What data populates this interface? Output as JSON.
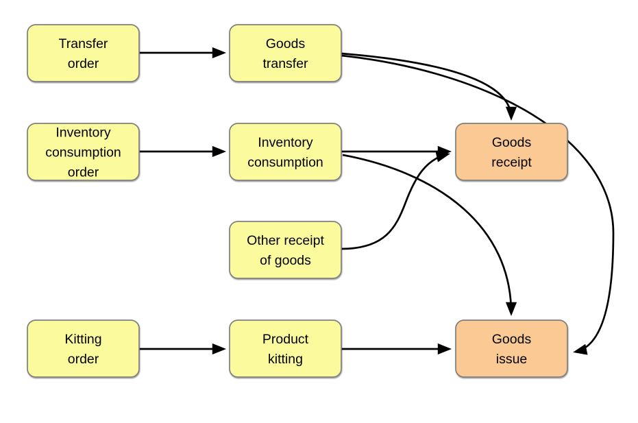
{
  "diagram": {
    "title": "",
    "background_color": "#ffffff",
    "colors": {
      "source_fill": "#FBFB9D",
      "movement_fill": "#FBC994",
      "node_border": "#7f7f7f",
      "arrow": "#000000",
      "text": "#000000"
    },
    "nodes": [
      {
        "id": "transfer-order",
        "label": "Transfer order",
        "lines": [
          "Transfer",
          "order"
        ],
        "kind": "source"
      },
      {
        "id": "goods-transfer",
        "label": "Goods transfer",
        "lines": [
          "Goods",
          "transfer"
        ],
        "kind": "source"
      },
      {
        "id": "inventory-consumption-order",
        "label": "Inventory consumption order",
        "lines": [
          "Inventory",
          "consumption",
          "order"
        ],
        "kind": "source"
      },
      {
        "id": "inventory-consumption",
        "label": "Inventory consumption",
        "lines": [
          "Inventory",
          "consumption"
        ],
        "kind": "source"
      },
      {
        "id": "goods-receipt",
        "label": "Goods receipt",
        "lines": [
          "Goods",
          "receipt"
        ],
        "kind": "movement"
      },
      {
        "id": "other-receipt-of-goods",
        "label": "Other receipt of goods",
        "lines": [
          "Other receipt",
          "of goods"
        ],
        "kind": "source"
      },
      {
        "id": "kitting-order",
        "label": "Kitting order",
        "lines": [
          "Kitting",
          "order"
        ],
        "kind": "source"
      },
      {
        "id": "product-kitting",
        "label": "Product kitting",
        "lines": [
          "Product",
          "kitting"
        ],
        "kind": "source"
      },
      {
        "id": "goods-issue",
        "label": "Goods issue",
        "lines": [
          "Goods",
          "issue"
        ],
        "kind": "movement"
      }
    ],
    "edges": [
      {
        "from": "transfer-order",
        "to": "goods-transfer"
      },
      {
        "from": "goods-transfer",
        "to": "goods-receipt"
      },
      {
        "from": "goods-transfer",
        "to": "goods-issue"
      },
      {
        "from": "inventory-consumption-order",
        "to": "inventory-consumption"
      },
      {
        "from": "inventory-consumption",
        "to": "goods-receipt"
      },
      {
        "from": "inventory-consumption",
        "to": "goods-issue"
      },
      {
        "from": "other-receipt-of-goods",
        "to": "goods-receipt"
      },
      {
        "from": "kitting-order",
        "to": "product-kitting"
      },
      {
        "from": "product-kitting",
        "to": "goods-issue"
      }
    ]
  }
}
